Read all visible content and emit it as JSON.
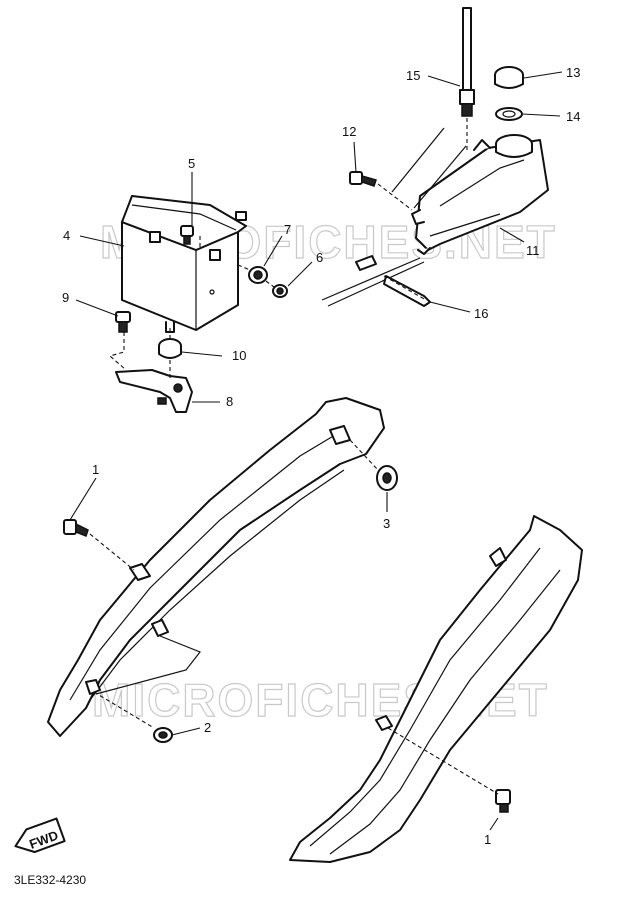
{
  "watermark": "MICROFICHES.NET",
  "diagram_code": "3LE332-4230",
  "fwd_label": "FWD",
  "callouts": {
    "c1a": "1",
    "c1b": "1",
    "c2": "2",
    "c3": "3",
    "c4": "4",
    "c5": "5",
    "c6": "6",
    "c7": "7",
    "c8": "8",
    "c9": "9",
    "c10": "10",
    "c11": "11",
    "c12": "12",
    "c13": "13",
    "c14": "14",
    "c15": "15",
    "c16": "16"
  }
}
